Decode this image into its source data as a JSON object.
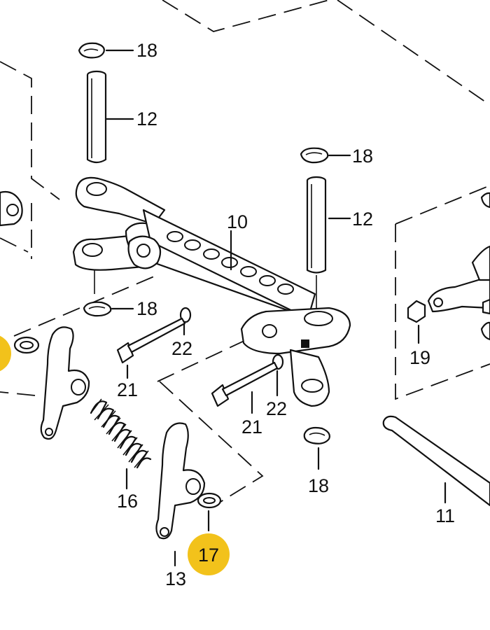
{
  "diagram": {
    "highlight_color": "#f2c21b",
    "line_color": "#111111",
    "labels": {
      "l18a": "18",
      "l12a": "12",
      "l18b": "18",
      "l12b": "12",
      "l10": "10",
      "l18c": "18",
      "l22a": "22",
      "l21a": "21",
      "l22b": "22",
      "l21b": "21",
      "l19": "19",
      "l18d": "18",
      "l16": "16",
      "l11": "11",
      "l13": "13",
      "l17": "17"
    },
    "highlighted_callout": "17"
  }
}
